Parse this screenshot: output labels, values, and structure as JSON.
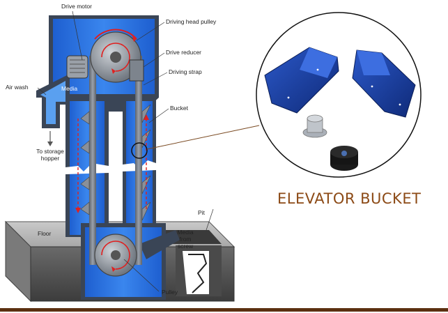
{
  "labels": {
    "drive_motor": "Drive motor",
    "driving_head_pulley": "Driving head pulley",
    "drive_reducer": "Drive reducer",
    "driving_strap": "Driving strap",
    "bucket": "Bucket",
    "air_wash": "Air wash",
    "media_top": "Media",
    "to_storage_hopper_line1": "To storage",
    "to_storage_hopper_line2": "hopper",
    "floor": "Floor",
    "pit": "Pit",
    "media_from_screw_line1": "Media",
    "media_from_screw_line2": "from",
    "media_from_screw_line3": "screw",
    "pulley": "Pulley"
  },
  "title": "ELEVATOR BUCKET",
  "colors": {
    "casing_blue": "#2f6fd6",
    "casing_dark": "#3a4556",
    "belt_gray": "#6f7680",
    "pulley_gray": "#9aa0a8",
    "motion_arrow": "#e02020",
    "bucket_blue": "#1d3f9e",
    "leader_line": "#7a4a22",
    "title_brown": "#8c4a16",
    "floor_gray": "#8e8e8e"
  },
  "icons": {
    "inset_items": [
      "blue-bucket-icon",
      "gray-plug-icon",
      "black-bolt-icon"
    ]
  }
}
